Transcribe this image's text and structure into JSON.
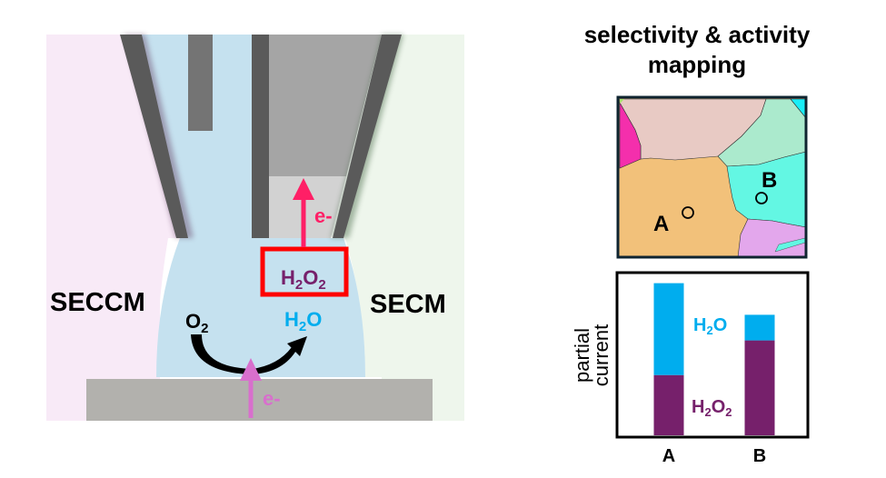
{
  "left_panel": {
    "seccm_label": "SECCM",
    "secm_label": "SECM",
    "species": {
      "o2": {
        "main": "O",
        "sub": "2"
      },
      "h2o": {
        "h": "H",
        "sub": "2",
        "o": "O"
      },
      "h2o2": {
        "h": "H",
        "sub1": "2",
        "o": "O",
        "sub2": "2"
      }
    },
    "electron_top": "e-",
    "electron_bottom": "e-",
    "colors": {
      "seccm_bg": "#f8eaf7",
      "secm_bg": "#eef6ec",
      "electrolyte": "#c5e1ef",
      "pipette_wall": "#5a5a5a",
      "electrode_inner": "#a5a5a5",
      "electrode_tip": "#d2d2d2",
      "substrate": "#b2b1ad",
      "h2o2": "#76206b",
      "h2o": "#00adee",
      "e_top": "#ff1f66",
      "e_bottom": "#d86fcd",
      "box": "#ff0000"
    }
  },
  "right_panel": {
    "title_line1": "selectivity & activity",
    "title_line2": "mapping",
    "map": {
      "point_a": "A",
      "point_b": "B",
      "grain_colors": [
        "#e8cac4",
        "#f2c17a",
        "#abeacd",
        "#63f7e3",
        "#f42fac",
        "#e3a7ec",
        "#19eef7",
        "#a6e36b"
      ]
    }
  },
  "chart_data": {
    "type": "bar",
    "stacked": true,
    "title": "",
    "xlabel": "",
    "ylabel": "partial current",
    "ylabel_line1": "partial",
    "ylabel_line2": "current",
    "categories": [
      "A",
      "B"
    ],
    "series": [
      {
        "name": "H2O2",
        "color": "#76206b",
        "values": [
          0.4,
          0.63
        ]
      },
      {
        "name": "H2O",
        "color": "#00adee",
        "values": [
          0.61,
          0.17
        ]
      }
    ],
    "ylim": [
      0,
      1.08
    ],
    "legend_labels": {
      "h2o": {
        "h": "H",
        "sub": "2",
        "o": "O"
      },
      "h2o2": {
        "h": "H",
        "sub1": "2",
        "o": "O",
        "sub2": "2"
      }
    },
    "grid": false
  }
}
